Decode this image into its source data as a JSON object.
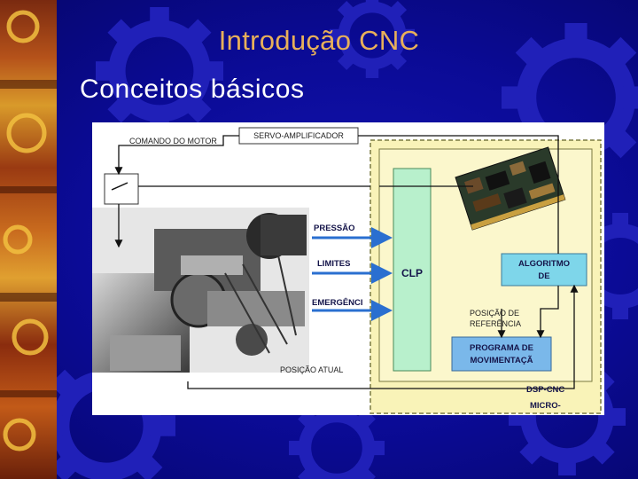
{
  "slide": {
    "title": "Introdução CNC",
    "subtitle": "Conceitos básicos"
  },
  "diagram": {
    "comando_do_motor": "COMANDO DO MOTOR",
    "servo_amplificador": "SERVO-AMPLIFICADOR",
    "pressao": "PRESSÃO",
    "limites": "LIMITES",
    "emergencia": "EMERGÊNCI",
    "clp": "CLP",
    "algoritmo_line1": "ALGORITMO",
    "algoritmo_line2": "DE",
    "posicao_ref_line1": "POSIÇÃO DE",
    "posicao_ref_line2": "REFERÊNCIA",
    "programa_line1": "PROGRAMA DE",
    "programa_line2": "MOVIMENTAÇÃ",
    "posicao_atual": "POSIÇÃO ATUAL",
    "dsp_cnc": "DSP-CNC",
    "micro": "MICRO-"
  },
  "colors": {
    "background": "#0b0b96",
    "title": "#e8b05a",
    "subtitle": "#ffffff",
    "panel_yellow": "#f9f3b8",
    "panel_green": "#b8f0cc",
    "algoritmo_box": "#7ed6ea",
    "programa_box": "#7ab8ea",
    "arrow_blue": "#2a6fd0"
  },
  "icons": [
    "gear-icon",
    "circuit-board-image",
    "machine-photo"
  ]
}
